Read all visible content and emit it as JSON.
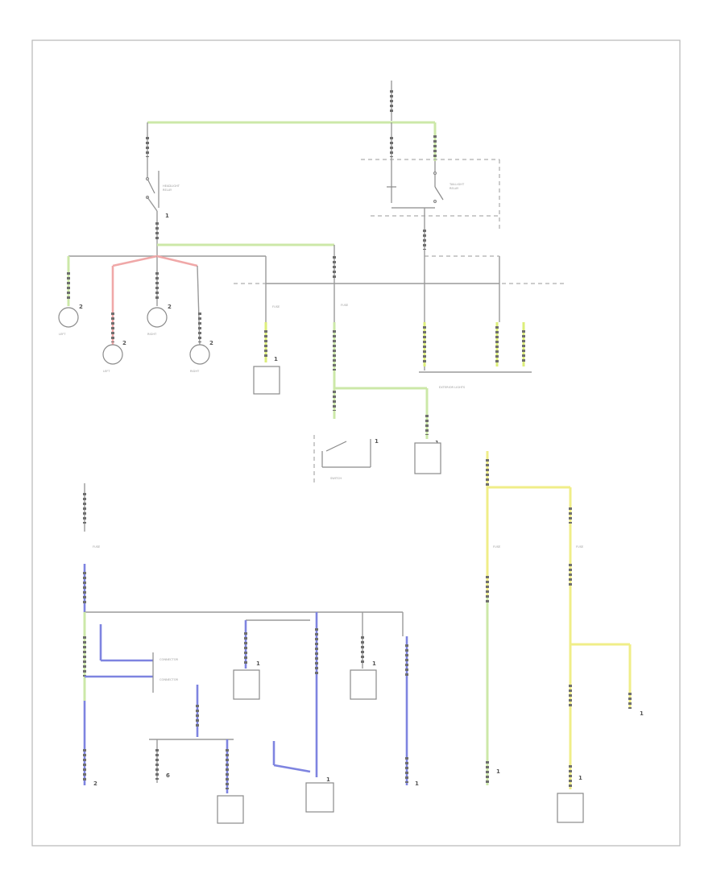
{
  "labels": {
    "top_power": "",
    "fuse_box_right": "",
    "fuse_box_right2": "",
    "hot_at_all_times": "",
    "fuse_box_left_bottom": "",
    "fuse_box_right_bottom": "",
    "page_ref": ""
  },
  "pins": {
    "p1": "1",
    "p2": "2",
    "p3": "1",
    "p4": "1",
    "p5": "1",
    "p6": "1",
    "p7": "2",
    "p8": "1",
    "p9": "2",
    "p10": "1",
    "p11": "1",
    "p12": "1",
    "p13": "1",
    "p14": "1",
    "p15": "1",
    "p16": "6",
    "p17": "1"
  },
  "colors": {
    "green": "#cce8a8",
    "lime": "#dcee7a",
    "yellow": "#f0ee88",
    "red": "#f0a8a8",
    "blue": "#7e84e0",
    "gray": "#9a9a9a"
  }
}
